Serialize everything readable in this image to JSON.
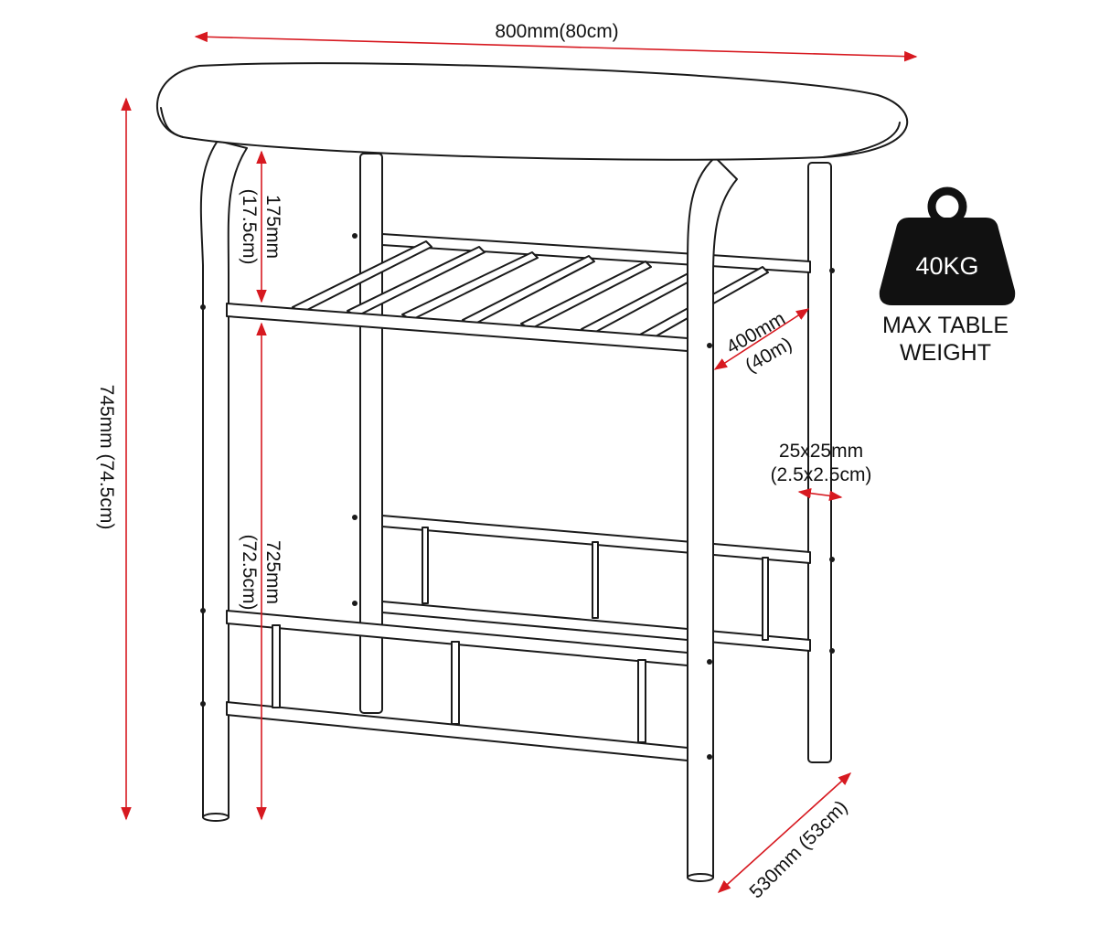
{
  "colors": {
    "dimension_line": "#d71920",
    "outline": "#1a1a1a",
    "badge_fill": "#111111",
    "badge_text": "#ffffff"
  },
  "dimensions": {
    "width": "800mm(80cm)",
    "total_height": "745mm (74.5cm)",
    "top_gap_mm": "175mm",
    "top_gap_cm": "(17.5cm)",
    "leg_height_mm": "725mm",
    "leg_height_cm": "(72.5cm)",
    "shelf_depth_mm": "400mm",
    "shelf_depth_cm": "(40m)",
    "tube_mm": "25x25mm",
    "tube_cm": "(2.5x2.5cm)",
    "depth": "530mm (53cm)"
  },
  "weight_badge": {
    "icon": "weight-icon",
    "value": "40KG",
    "caption_line1": "MAX TABLE",
    "caption_line2": "WEIGHT"
  }
}
